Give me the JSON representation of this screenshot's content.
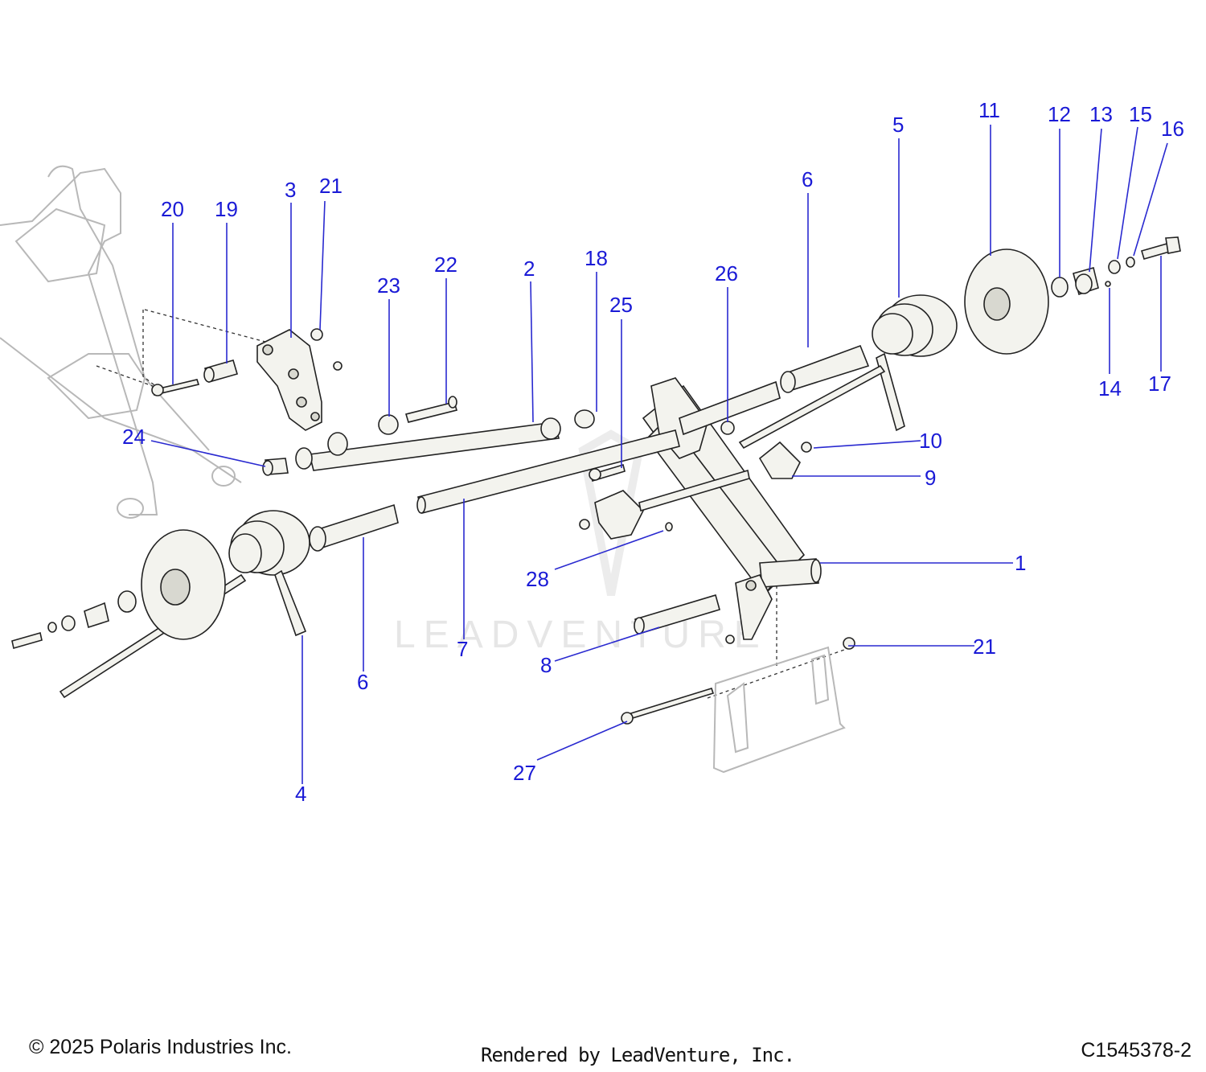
{
  "watermark": "LEADVENTURE",
  "footer": {
    "copyright": "© 2025 Polaris Industries Inc.",
    "rendered_by": "Rendered by LeadVenture, Inc.",
    "diagram_code": "C1545378-2"
  },
  "callouts": {
    "c1": "1",
    "c2": "2",
    "c3": "3",
    "c4": "4",
    "c5": "5",
    "c6a": "6",
    "c6b": "6",
    "c7": "7",
    "c8": "8",
    "c9": "9",
    "c10": "10",
    "c11": "11",
    "c12": "12",
    "c13": "13",
    "c14": "14",
    "c15": "15",
    "c16": "16",
    "c17": "17",
    "c18": "18",
    "c19": "19",
    "c20": "20",
    "c21a": "21",
    "c21b": "21",
    "c22": "22",
    "c23": "23",
    "c24": "24",
    "c25": "25",
    "c26": "26",
    "c27": "27",
    "c28": "28"
  },
  "colors": {
    "callout": "#1a1ad6",
    "line": "#222222",
    "part_fill": "#f3f3ee"
  }
}
